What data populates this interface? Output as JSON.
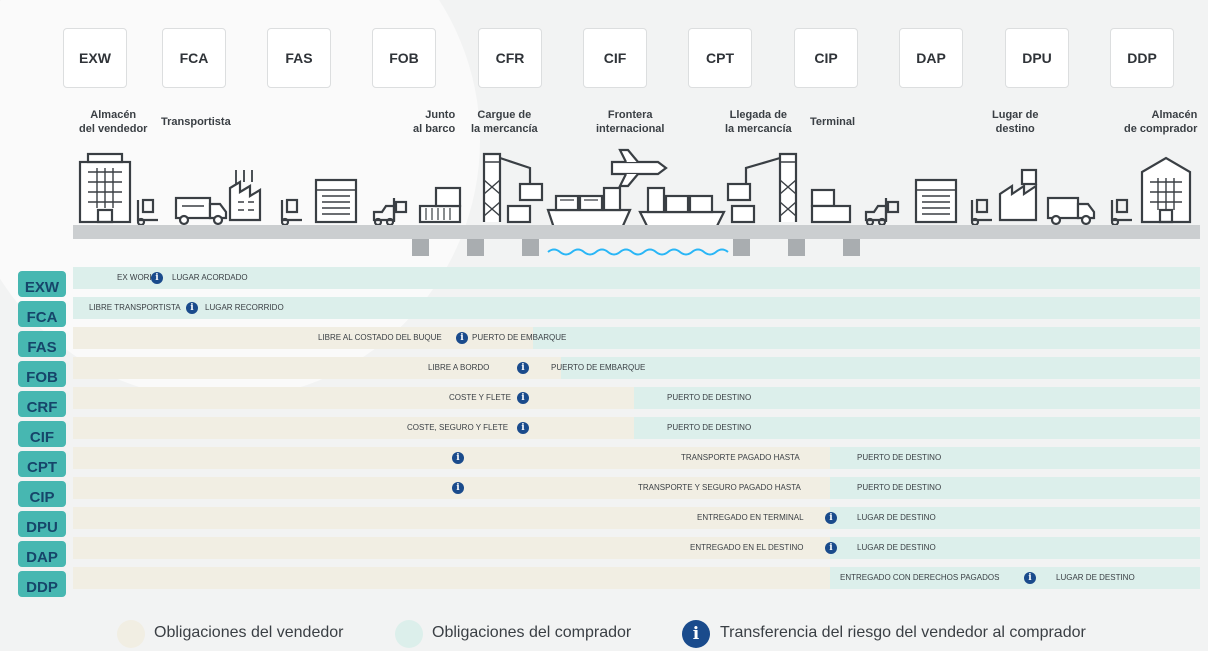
{
  "terms": [
    "EXW",
    "FCA",
    "FAS",
    "FOB",
    "CFR",
    "CIF",
    "CPT",
    "CIP",
    "DAP",
    "DPU",
    "DDP"
  ],
  "locations": {
    "seller_warehouse": "Almacén\ndel vendedor",
    "carrier": "Transportista",
    "alongside": "Junto\nal barco",
    "loading": "Cargue de\nla mercancía",
    "border": "Frontera\ninternacional",
    "arrival": "Llegada de\nla mercancía",
    "terminal": "Terminal",
    "destination": "Lugar de\ndestino",
    "buyer_warehouse": "Almacén\nde comprador"
  },
  "info_symbol": "i",
  "rows": [
    {
      "code": "EXW",
      "seller_text": "EX WORK",
      "buyer_text": "LUGAR ACORDADO"
    },
    {
      "code": "FCA",
      "seller_text": "LIBRE TRANSPORTISTA",
      "buyer_text": "LUGAR RECORRIDO"
    },
    {
      "code": "FAS",
      "seller_text": "LIBRE AL COSTADO DEL BUQUE",
      "buyer_text": "PUERTO DE EMBARQUE"
    },
    {
      "code": "FOB",
      "seller_text": "LIBRE A BORDO",
      "buyer_text": "PUERTO DE EMBARQUE"
    },
    {
      "code": "CRF",
      "seller_text": "COSTE Y FLETE",
      "buyer_text": "PUERTO DE DESTINO"
    },
    {
      "code": "CIF",
      "seller_text": "COSTE, SEGURO Y FLETE",
      "buyer_text": "PUERTO DE DESTINO"
    },
    {
      "code": "CPT",
      "seller_text": "TRANSPORTE PAGADO HASTA",
      "buyer_text": "PUERTO DE DESTINO"
    },
    {
      "code": "CIP",
      "seller_text": "TRANSPORTE Y SEGURO PAGADO HASTA",
      "buyer_text": "PUERTO DE DESTINO"
    },
    {
      "code": "DPU",
      "seller_text": "ENTREGADO EN TERMINAL",
      "buyer_text": "LUGAR DE DESTINO"
    },
    {
      "code": "DAP",
      "seller_text": "ENTREGADO EN EL DESTINO",
      "buyer_text": "LUGAR DE DESTINO"
    },
    {
      "code": "DDP",
      "seller_text": "ENTREGADO CON DERECHOS PAGADOS",
      "buyer_text": "LUGAR DE DESTINO"
    }
  ],
  "legend": {
    "seller": "Obligaciones del vendedor",
    "buyer": "Obligaciones del comprador",
    "risk": "Transferencia del riesgo del vendedor al comprador"
  },
  "colors": {
    "seller": "#f1eee3",
    "buyer": "#dcefeb",
    "code_badge": "#47b7b1",
    "code_text": "#16456a",
    "info": "#1a4b8c",
    "icon": "#3a3f44",
    "water": "#29b6f6"
  },
  "icons": [
    "office-building-icon",
    "hand-truck-icon",
    "delivery-truck-icon",
    "factory-icon",
    "warehouse-icon",
    "forklift-icon",
    "shipping-container-icon",
    "port-crane-icon",
    "cargo-ship-icon",
    "airplane-icon"
  ]
}
